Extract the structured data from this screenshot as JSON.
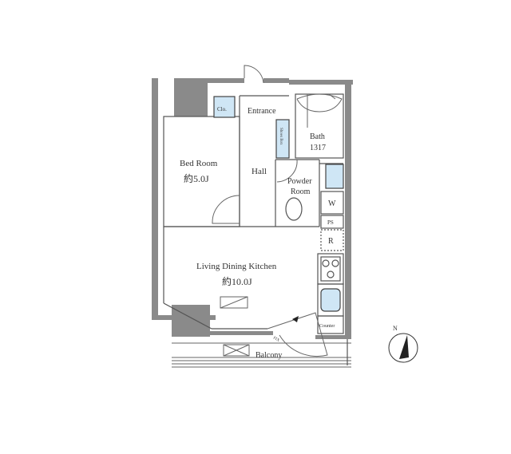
{
  "plan": {
    "rooms": {
      "bedroom": {
        "name": "Bed Room",
        "size": "約5.0J"
      },
      "closet": "Clo.",
      "entrance": "Entrance",
      "shoes_box": "Shoes Box",
      "hall": "Hall",
      "bath": {
        "name": "Bath",
        "size": "1317"
      },
      "powder": {
        "line1": "Powder",
        "line2": "Room"
      },
      "washer": "W",
      "ps": "PS",
      "fridge": "R",
      "ldk": {
        "name": "Living Dining Kitchen",
        "size": "約10.0J"
      },
      "counter": "Counter",
      "fix": "FIX",
      "balcony": "Balcony"
    },
    "compass": "N",
    "colors": {
      "wall": "#8a8a8a",
      "fixture": "#cfe6f5"
    }
  }
}
